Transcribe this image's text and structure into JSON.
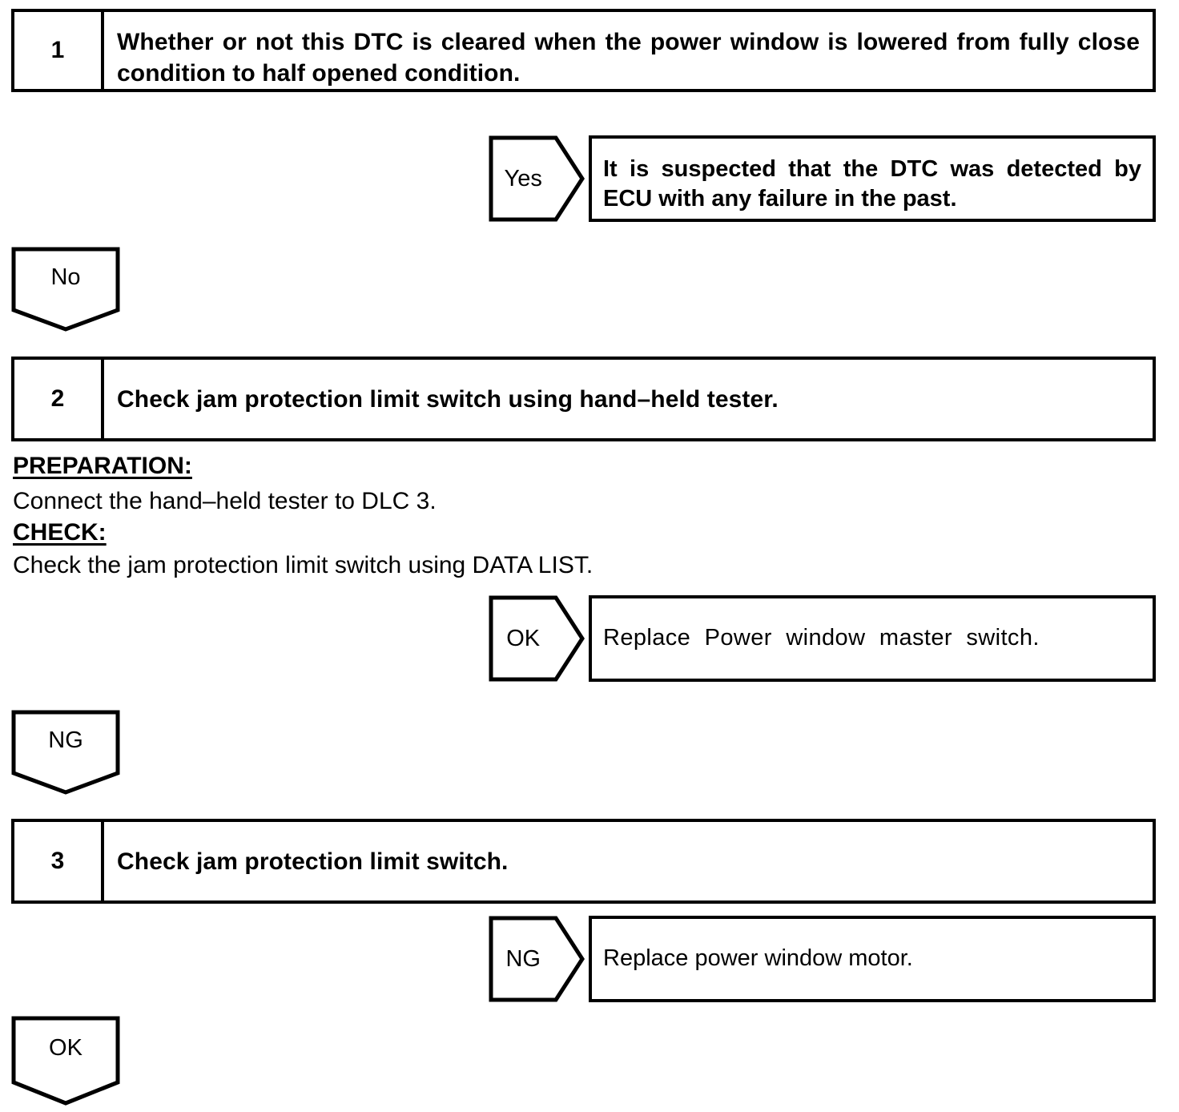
{
  "document": {
    "type": "diagnostic-troubleshooting-flowchart",
    "background_color": "#ffffff",
    "line_color": "#000000"
  },
  "steps": [
    {
      "number": "1",
      "text": "Whether or not this DTC is cleared when the power window is lowered from fully close condition to half opened condition."
    },
    {
      "number": "2",
      "text": "Check jam protection limit switch using hand–held tester."
    },
    {
      "number": "3",
      "text": "Check jam protection limit switch."
    }
  ],
  "branches": [
    {
      "label": "Yes",
      "result": "It is suspected that the DTC was detected by ECU with any failure in the past."
    },
    {
      "label": "OK",
      "result": "Replace  Power  window  master  switch."
    },
    {
      "label": "NG",
      "result": "Replace power window motor."
    }
  ],
  "connectors": [
    {
      "label": "No"
    },
    {
      "label": "NG"
    },
    {
      "label": "OK"
    }
  ],
  "notes": {
    "preparation_heading": "PREPARATION:",
    "preparation_body": "Connect the hand–held tester to DLC 3.",
    "check_heading": "CHECK:",
    "check_body": "Check the jam protection limit switch using DATA LIST."
  }
}
